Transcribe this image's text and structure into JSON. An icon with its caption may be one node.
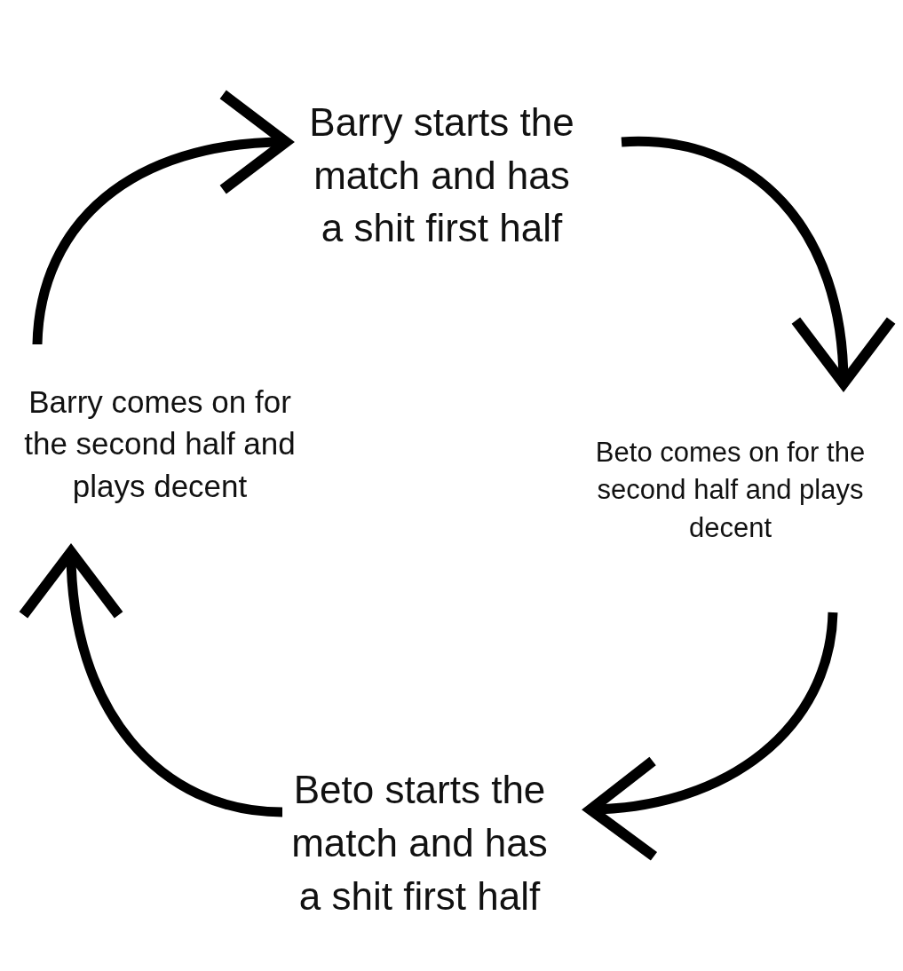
{
  "diagram": {
    "nodes": [
      {
        "text": [
          "Barry starts the match and has a shit first half"
        ]
      },
      {
        "text": [
          "Beto comes on for the second half and plays decent"
        ]
      },
      {
        "text": [
          "Beto starts the match and has a shit first half"
        ]
      },
      {
        "text": [
          "Barry comes on for the second half and plays decent"
        ]
      }
    ],
    "edges": [
      {
        "from": 0,
        "to": 1,
        "arrow": "to"
      },
      {
        "from": 1,
        "to": 2,
        "arrow": "to"
      },
      {
        "from": 2,
        "to": 3,
        "arrow": "to"
      },
      {
        "from": 3,
        "to": 0,
        "arrow": "to"
      }
    ]
  }
}
